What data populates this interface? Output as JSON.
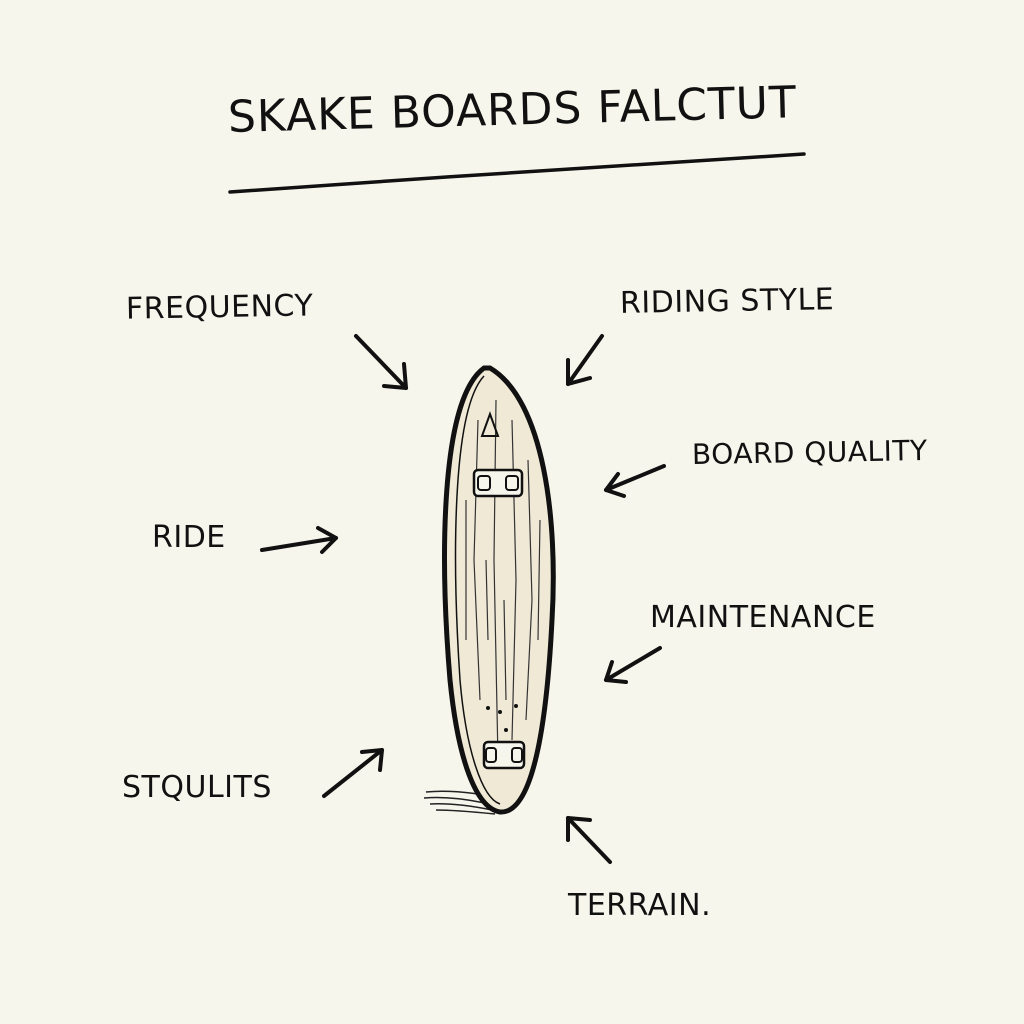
{
  "title": "SKAKE BOARDS FALCTUT",
  "labels": {
    "frequency": "FREQUENCY",
    "riding_style": "RIDING STYLE",
    "board_quality": "BOARD QUALITY",
    "ride": "RIDE",
    "maintenance": "MAINTENANCE",
    "stqulits": "STQULITS",
    "terrain": "TERRAIN."
  },
  "colors": {
    "background": "#f7f6ec",
    "ink": "#111111"
  }
}
